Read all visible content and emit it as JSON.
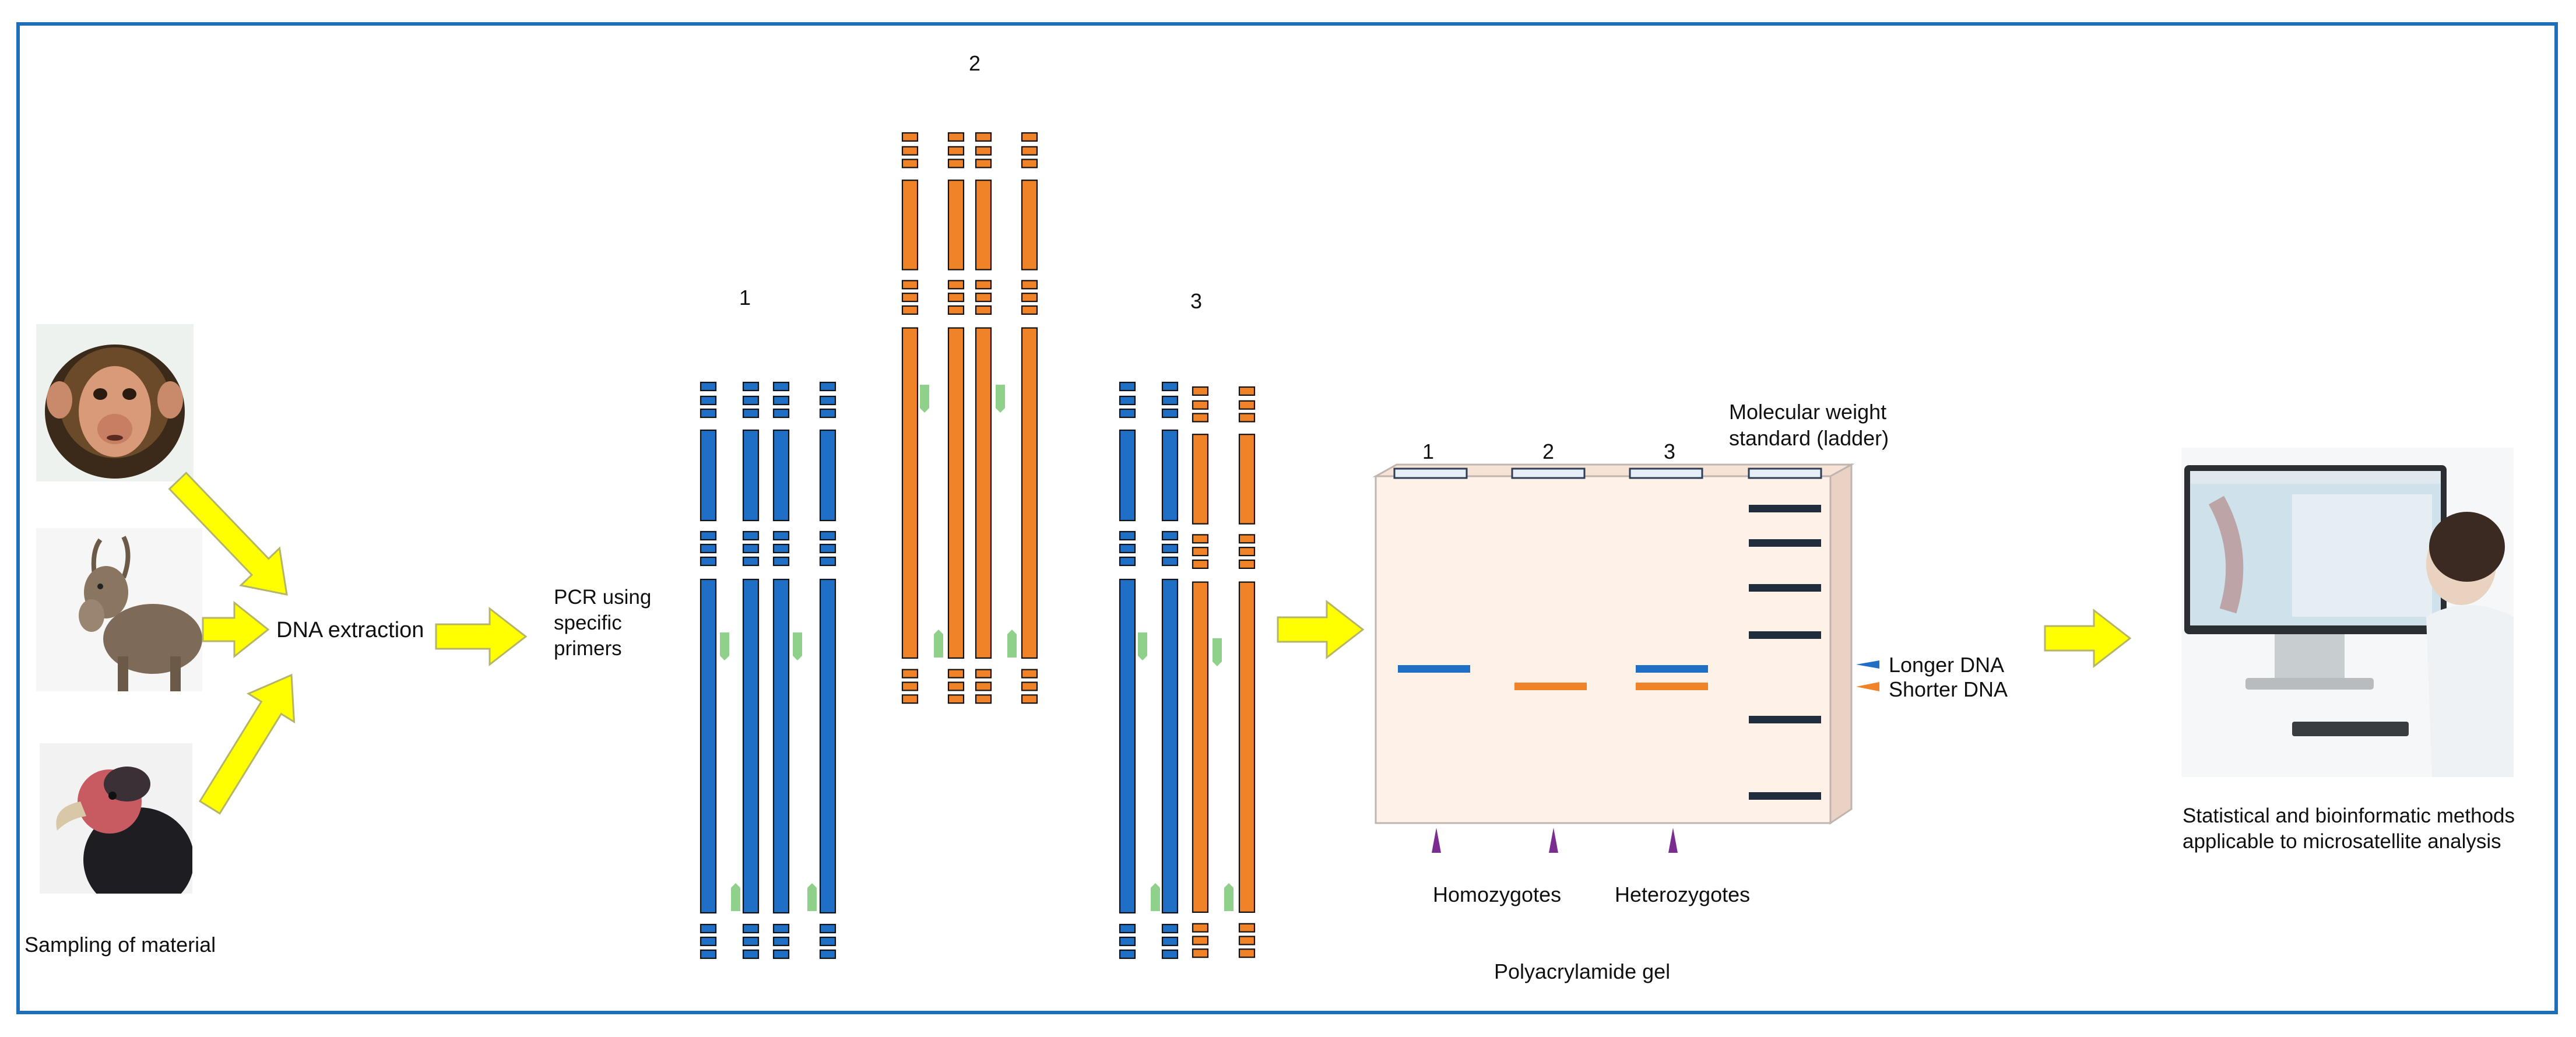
{
  "labels": {
    "sampling": "Sampling of material",
    "dna_extraction": "DNA extraction",
    "pcr": "PCR using\nspecific\nprimers",
    "lane1": "1",
    "lane2": "2",
    "lane3": "3",
    "gel_lane1": "1",
    "gel_lane2": "2",
    "gel_lane3": "3",
    "ladder": "Molecular weight\nstandard (ladder)",
    "longer": "Longer DNA",
    "shorter": "Shorter DNA",
    "homozygotes": "Homozygotes",
    "heterozygotes": "Heterozygotes",
    "gel": "Polyacrylamide gel",
    "stats": "Statistical and bioinformatic methods\napplicable to microsatellite analysis"
  },
  "icons": {
    "monkey": "monkey-photo",
    "goat": "goat-photo",
    "vulture": "vulture-photo",
    "computer": "computer-workstation-photo",
    "arrow": "yellow-arrow",
    "gel_arrow": "triangle-pointer"
  },
  "colors": {
    "frame": "#1f6fb8",
    "blue_dna": "#1f6fc6",
    "orange_dna": "#f08228",
    "primer": "#8fd08a",
    "arrow_fill": "#ffff00",
    "arrow_stroke": "#b5b56a",
    "gel_fill": "#fdf1e8",
    "ladder_band": "#1f2d3d",
    "pointer": "#7b2c91"
  }
}
